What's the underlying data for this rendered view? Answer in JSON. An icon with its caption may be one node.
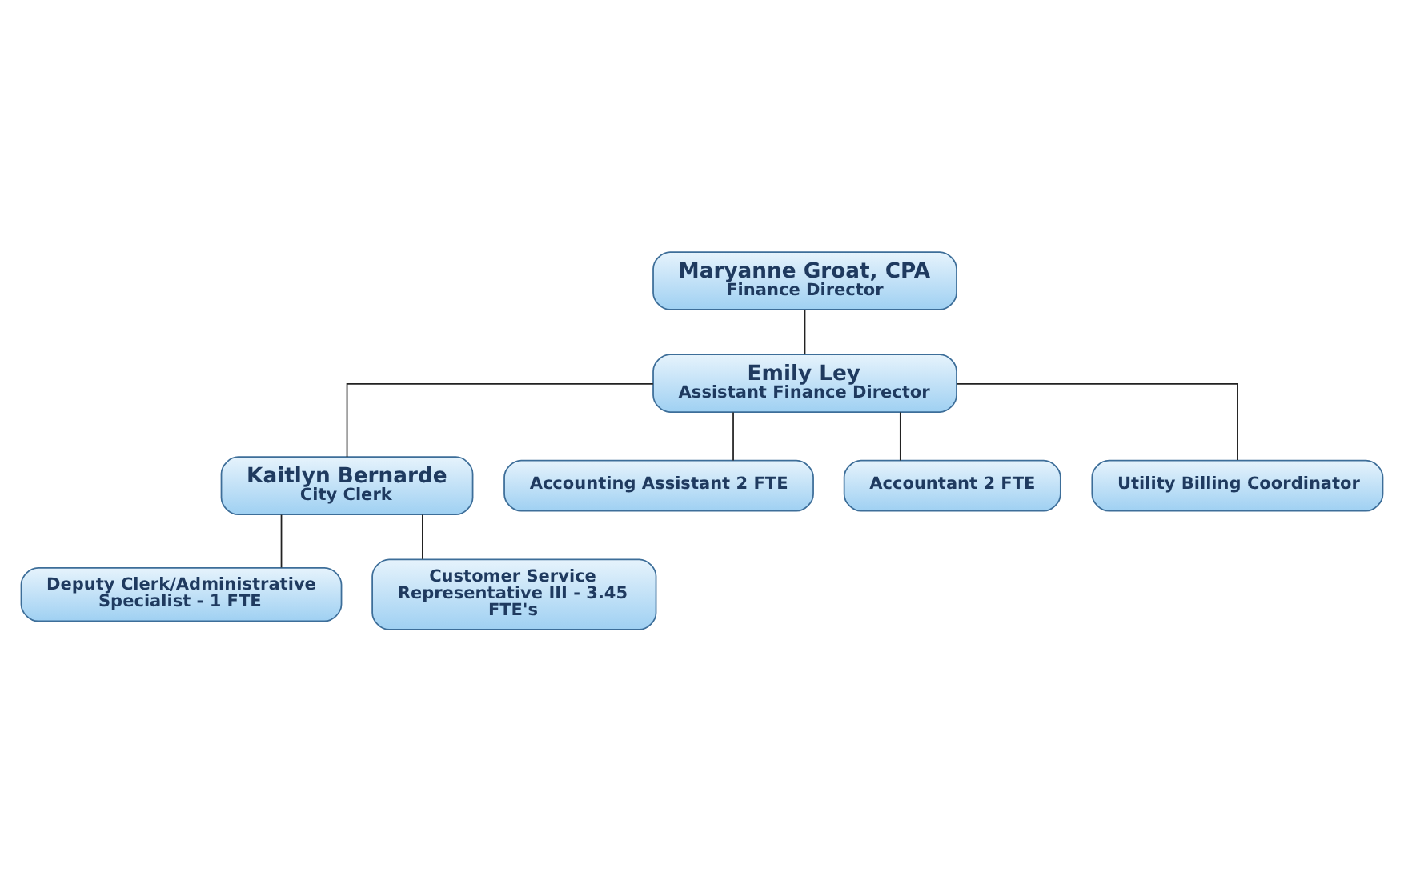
{
  "diagram": {
    "nodes": [
      {
        "text": [
          "Maryanne Groat, CPA",
          "Finance Director"
        ]
      },
      {
        "text": [
          "Emily Ley",
          "Assistant Finance Director"
        ]
      },
      {
        "text": [
          "Kaitlyn Bernarde",
          "City Clerk"
        ]
      },
      {
        "text": [
          "Deputy Clerk/Administrative Specialist - 1 FTE"
        ]
      },
      {
        "text": [
          "Customer Service Representative III - 3.45 FTE's"
        ]
      },
      {
        "text": [
          "Accounting Assistant 2 FTE"
        ]
      },
      {
        "text": [
          "Accountant 2 FTE"
        ]
      },
      {
        "text": [
          "Utility Billing Coordinator"
        ]
      }
    ],
    "edges": [
      {
        "from": 0,
        "to": 1,
        "arrow": "none"
      },
      {
        "from": 1,
        "to": 2,
        "arrow": "none"
      },
      {
        "from": 1,
        "to": 5,
        "arrow": "none"
      },
      {
        "from": 1,
        "to": 6,
        "arrow": "none"
      },
      {
        "from": 1,
        "to": 7,
        "arrow": "none"
      },
      {
        "from": 2,
        "to": 3,
        "arrow": "none"
      },
      {
        "from": 2,
        "to": 4,
        "arrow": "none"
      }
    ]
  }
}
